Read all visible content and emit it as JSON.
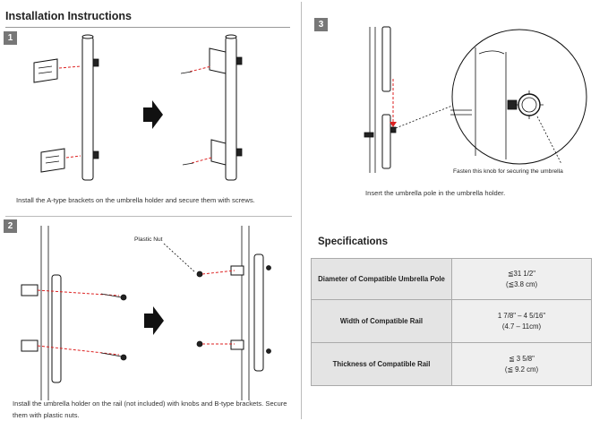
{
  "header": {
    "title": "Installation Instructions"
  },
  "steps": [
    {
      "number": "1",
      "caption": "Install the A-type brackets on the umbrella holder and secure them with screws."
    },
    {
      "number": "2",
      "caption": "Install the umbrella holder on the rail (not included) with knobs and B-type brackets. Secure them with plastic nuts.",
      "callout": "Plastic Nut"
    },
    {
      "number": "3",
      "caption": "Insert the umbrella pole in the umbrella holder.",
      "callout": "Fasten this knob for securing the umbrella"
    }
  ],
  "specifications": {
    "title": "Specifications",
    "rows": [
      {
        "label": "Diameter of Compatible Umbrella Pole",
        "value_line1": "≦31 1/2\"",
        "value_line2": "(≦3.8 cm)"
      },
      {
        "label": "Width of Compatible Rail",
        "value_line1": "1 7/8\" – 4 5/16\"",
        "value_line2": "(4.7 – 11cm)"
      },
      {
        "label": "Thickness of Compatible Rail",
        "value_line1": "≦ 3 5/8\"",
        "value_line2": "(≦ 9.2 cm)"
      }
    ]
  },
  "colors": {
    "badge": "#777777",
    "arrow_dashed": "#dd2222",
    "table_label_bg": "#e4e4e4",
    "table_value_bg": "#efefef"
  }
}
